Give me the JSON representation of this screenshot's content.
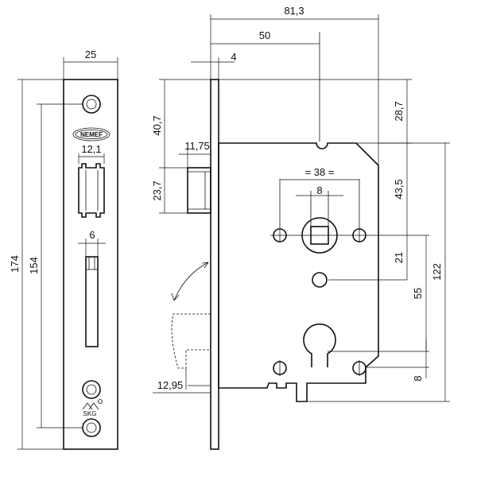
{
  "brand": "NEMEF",
  "certification_mark": "SKG",
  "faceplate": {
    "width_label": "25",
    "total_height_label": "174",
    "hole_spacing_label": "154",
    "latch_width_label": "12,1",
    "bolt_width_label": "6"
  },
  "side_view": {
    "depth_label": "81,3",
    "backset_label": "50",
    "plate_thickness_label": "4",
    "latch_offset_label": "40,7",
    "latch_projection_label": "11,75",
    "latch_height_label": "23,7",
    "handle_spacing_label": "= 38 =",
    "spindle_label": "8",
    "top_offset_label": "28,7",
    "upper_case_label": "43,5",
    "spindle_to_screw_label": "21",
    "spindle_to_cylinder_label": "55",
    "case_height_label": "122",
    "cylinder_offset_label": "8",
    "bolt_projection_label": "12,95"
  }
}
